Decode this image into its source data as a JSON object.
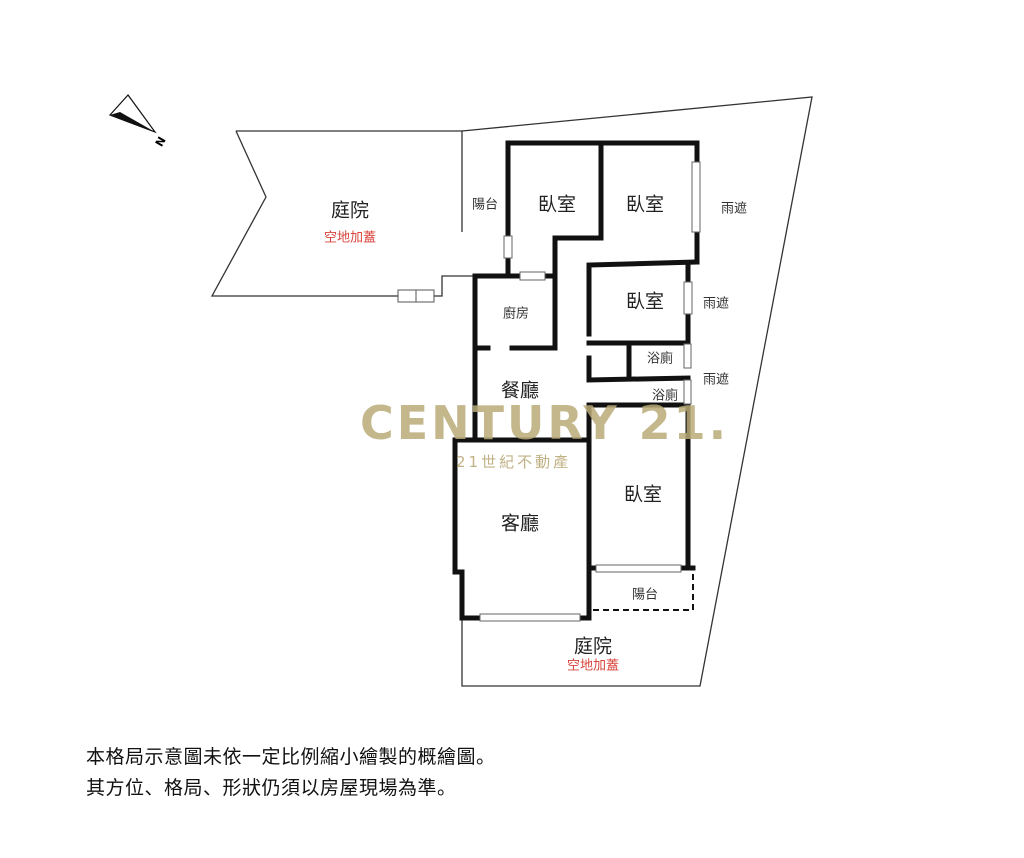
{
  "compass": {
    "label": "N",
    "icon": "north-arrow-icon"
  },
  "rooms": {
    "yard_top": {
      "name": "庭院",
      "note": "空地加蓋"
    },
    "balcony_top": {
      "name": "陽台"
    },
    "bedroom_1": {
      "name": "臥室"
    },
    "bedroom_2": {
      "name": "臥室"
    },
    "bedroom_3": {
      "name": "臥室"
    },
    "bedroom_4": {
      "name": "臥室"
    },
    "kitchen": {
      "name": "廚房"
    },
    "dining": {
      "name": "餐廳"
    },
    "living": {
      "name": "客廳"
    },
    "bath_1": {
      "name": "浴廁"
    },
    "bath_2": {
      "name": "浴廁"
    },
    "awning_1": {
      "name": "雨遮"
    },
    "awning_2": {
      "name": "雨遮"
    },
    "awning_3": {
      "name": "雨遮"
    },
    "balcony_bottom": {
      "name": "陽台"
    },
    "yard_bottom": {
      "name": "庭院",
      "note": "空地加蓋"
    }
  },
  "watermark": {
    "brand": "CENTURY 21.",
    "subtitle": "21世紀不動產",
    "color": "#baaa78"
  },
  "disclaimer": {
    "line1": "本格局示意圖未依一定比例縮小繪製的概繪圖。",
    "line2": "其方位、格局、形狀仍須以房屋現場為準。"
  },
  "colors": {
    "wall": "#111111",
    "outline": "#333333",
    "note_red": "#d9443b"
  }
}
